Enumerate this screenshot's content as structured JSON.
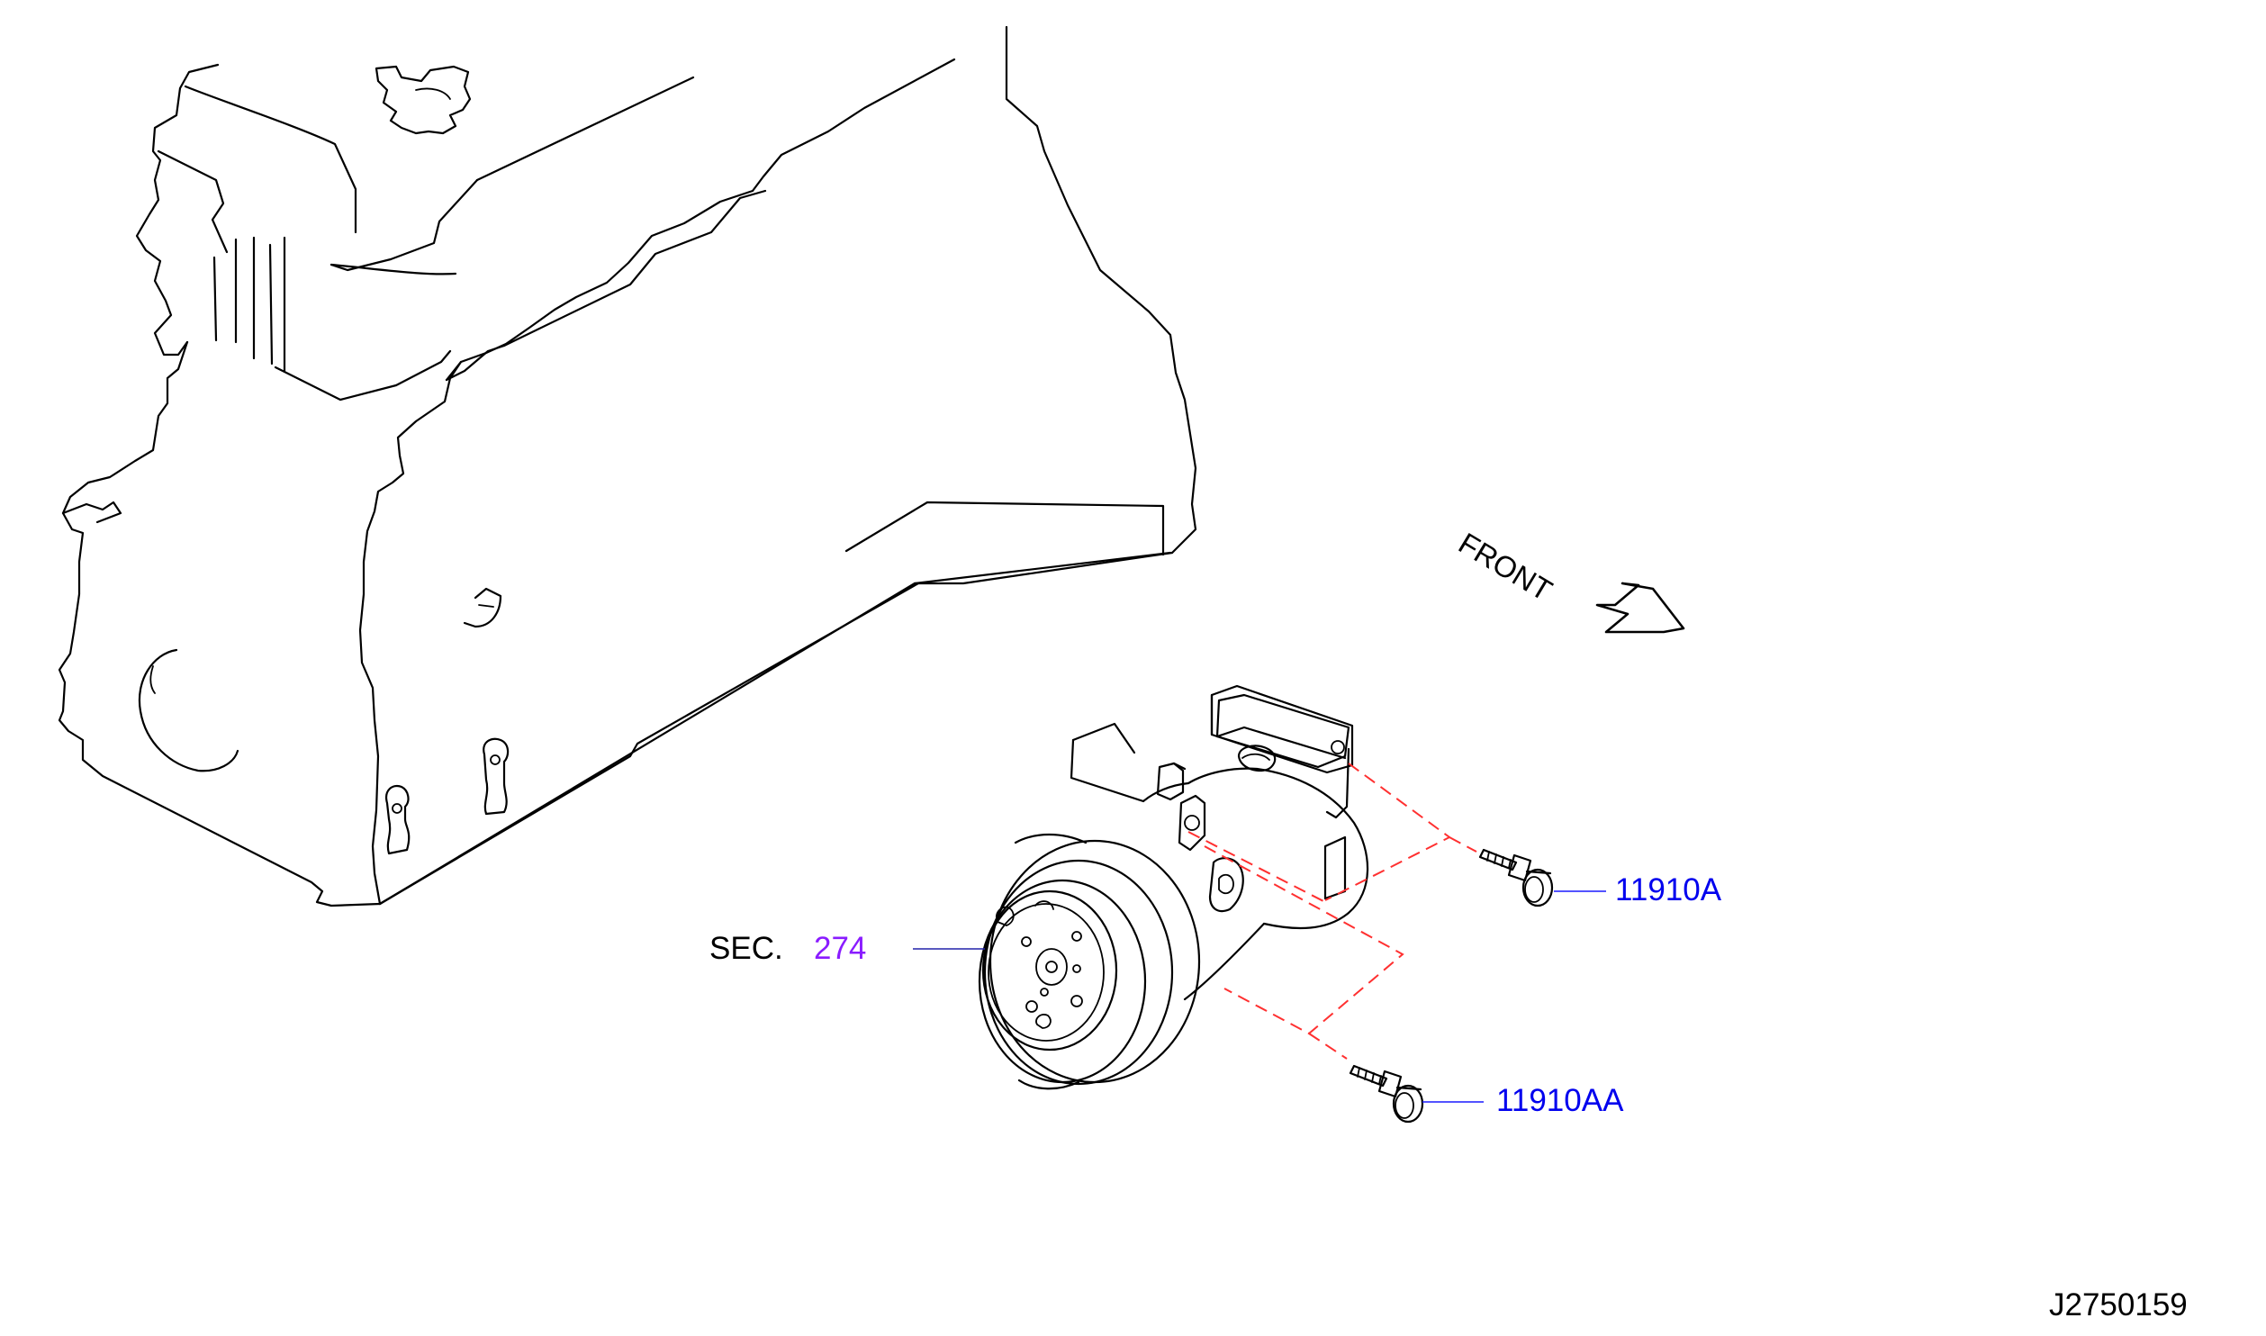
{
  "labels": {
    "front": "FRONT",
    "sec_prefix": "SEC.",
    "sec_number": "274",
    "part_bolt_upper": "11910A",
    "part_bolt_lower": "11910AA",
    "drawing_id": "J2750159"
  },
  "colors": {
    "part_number": "#0000ee",
    "section_ref": "#8a1cff",
    "mounting_dash": "#ff3030",
    "line_art": "#000000"
  }
}
